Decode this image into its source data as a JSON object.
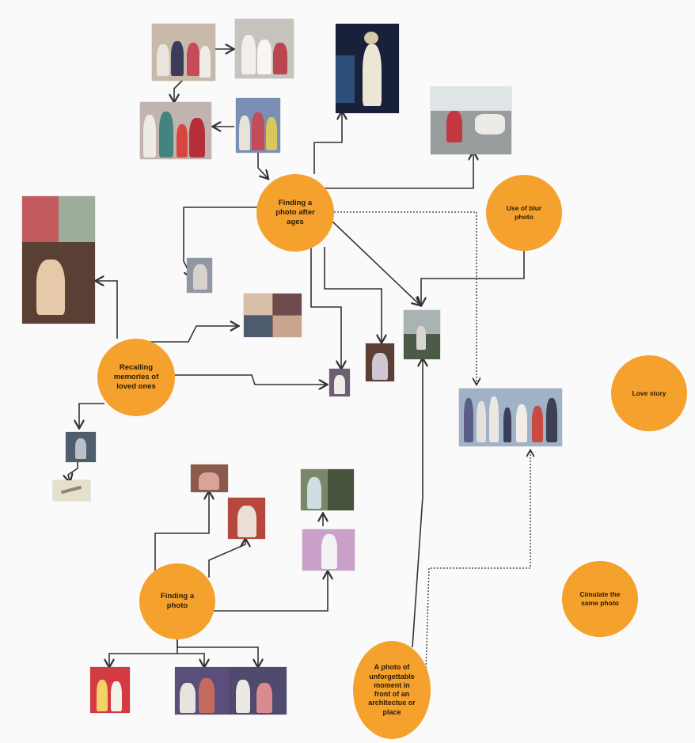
{
  "nodes": {
    "finding_after_ages": "Finding a photo after ages",
    "blur_photo": "Use of blur photo",
    "recalling_memories": "Recalling memories of loved ones",
    "love_story": "Love story",
    "finding_photo": "Finding a photo",
    "finding_photo_note": "",
    "simulate_same_photo": "Cimulate the same photo",
    "unforgettable_moment": "A photo of unforgettable moment in front of an architectue or place"
  },
  "colors": {
    "node_fill": "#f4a12d",
    "arrow": "#333333",
    "background": "#fafafa"
  }
}
